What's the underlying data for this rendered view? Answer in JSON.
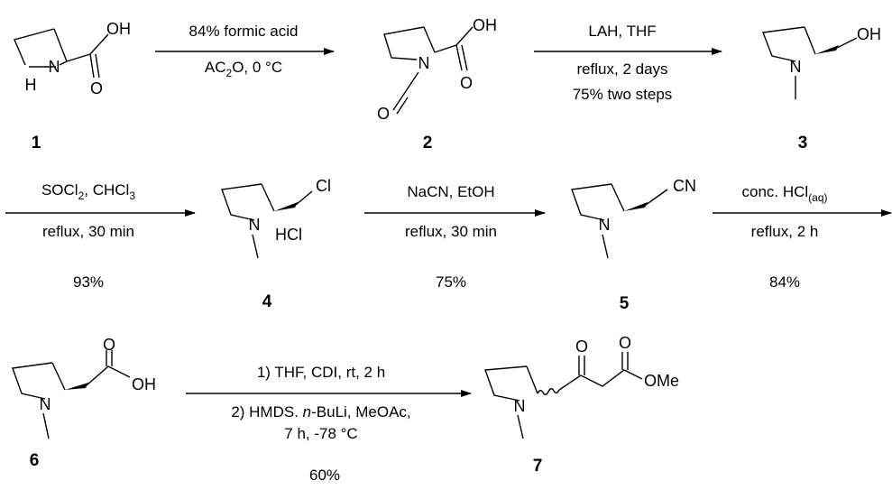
{
  "compounds": {
    "c1": {
      "number": "1",
      "oh": "OH",
      "o": "O",
      "nh_n": "N",
      "nh_h": "H"
    },
    "c2": {
      "number": "2",
      "oh": "OH",
      "o": "O",
      "n": "N",
      "o_formyl": "O"
    },
    "c3": {
      "number": "3",
      "oh": "OH",
      "n": "N"
    },
    "c4": {
      "number": "4",
      "cl": "Cl",
      "n": "N",
      "hcl": "HCl"
    },
    "c5": {
      "number": "5",
      "cn": "CN",
      "n": "N"
    },
    "c6": {
      "number": "6",
      "oh": "OH",
      "o": "O",
      "n": "N"
    },
    "c7": {
      "number": "7",
      "ome": "OMe",
      "o_ketone": "O",
      "o_ester": "O",
      "n": "N"
    }
  },
  "steps": [
    {
      "line1": "84% formic acid",
      "line2_pre": "AC",
      "line2_sub": "2",
      "line2_post": "O, 0 °C"
    },
    {
      "line1": "LAH, THF",
      "line2": "reflux, 2 days",
      "line3": "75% two steps"
    },
    {
      "line1_pre": "SOCl",
      "line1_sub1": "2",
      "line1_mid": ", CHCl",
      "line1_sub2": "3",
      "line2": "reflux, 30 min",
      "yield": "93%"
    },
    {
      "line1": "NaCN, EtOH",
      "line2": "reflux, 30 min",
      "yield": "75%"
    },
    {
      "line1_pre": "conc. HCl",
      "line1_sub": "(aq)",
      "line2": "reflux, 2 h",
      "yield": "84%"
    },
    {
      "line1": "1) THF, CDI, rt, 2 h",
      "line2_pre": "2) HMDS. ",
      "line2_ital": "n",
      "line2_post": "-BuLi, MeOAc,",
      "line3": "7 h, -78 °C",
      "yield": "60%"
    }
  ]
}
